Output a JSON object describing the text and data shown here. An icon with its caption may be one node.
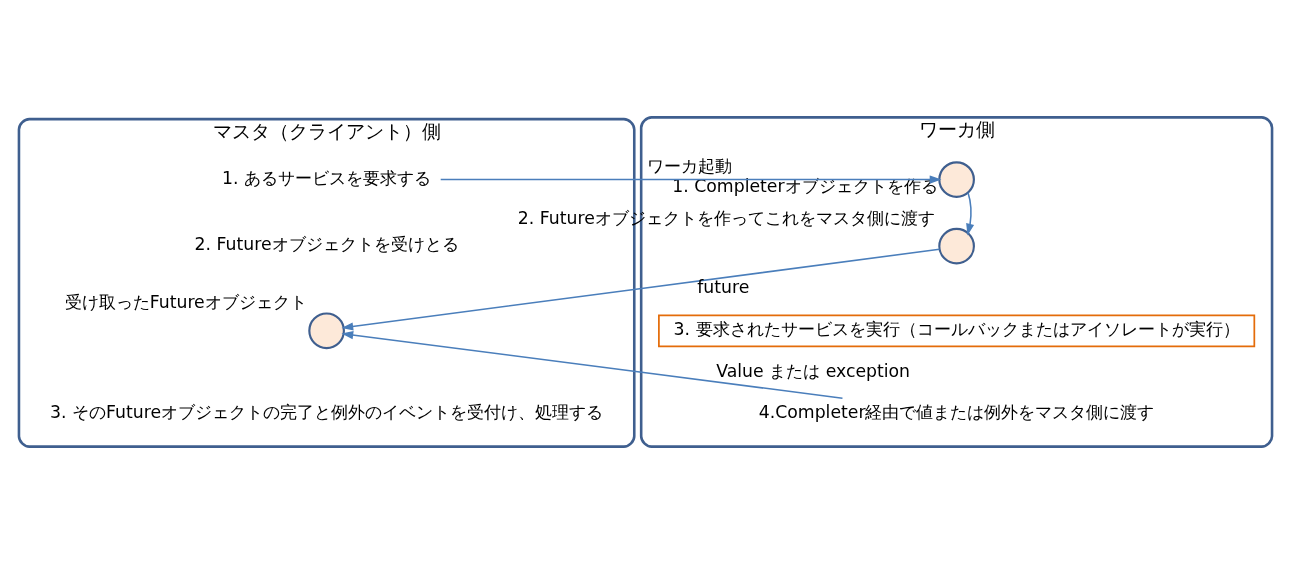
{
  "diagram": {
    "nodes": [
      {
        "text": [
          "マスタ（クライアント）側"
        ]
      },
      {
        "text": [
          "1. あるサービスを要求する"
        ],
        "in": 0
      },
      {
        "text": [],
        "shape": "circle",
        "in": 0,
        "beside": [
          "受け取ったFutureオブジェクト"
        ]
      },
      {
        "text": [
          "ワーカ側"
        ]
      },
      {
        "text": [],
        "shape": "circle",
        "in": 3,
        "beside": [
          "1. Completerオブジェクトを作る"
        ]
      },
      {
        "text": [],
        "shape": "circle",
        "in": 3,
        "beside": [
          "2. Futureオブジェクトを作ってこれをマスタ側に渡す"
        ]
      },
      {
        "text": [
          "3. 要求されたサービスを実行（コールバックまたはアイソレートが実行）"
        ],
        "in": 3
      },
      {
        "text": [
          "4.Completer経由で値または例外をマスタ側に渡す"
        ],
        "in": 3
      }
    ],
    "edges": [
      {
        "from": 1,
        "to": 4,
        "arrow": "to",
        "label": "ワーカ起動"
      },
      {
        "from": 4,
        "to": 5,
        "arrow": "to"
      },
      {
        "from": 5,
        "to": 2,
        "arrow": "to",
        "label": "future"
      },
      {
        "from": 7,
        "to": 2,
        "arrow": "to",
        "label": "Value または exception"
      }
    ],
    "labels": [
      "2. Futureオブジェクトを受けとる",
      "3. そのFutureオブジェクトの完了と例外のイベントを受付け、処理する"
    ]
  }
}
